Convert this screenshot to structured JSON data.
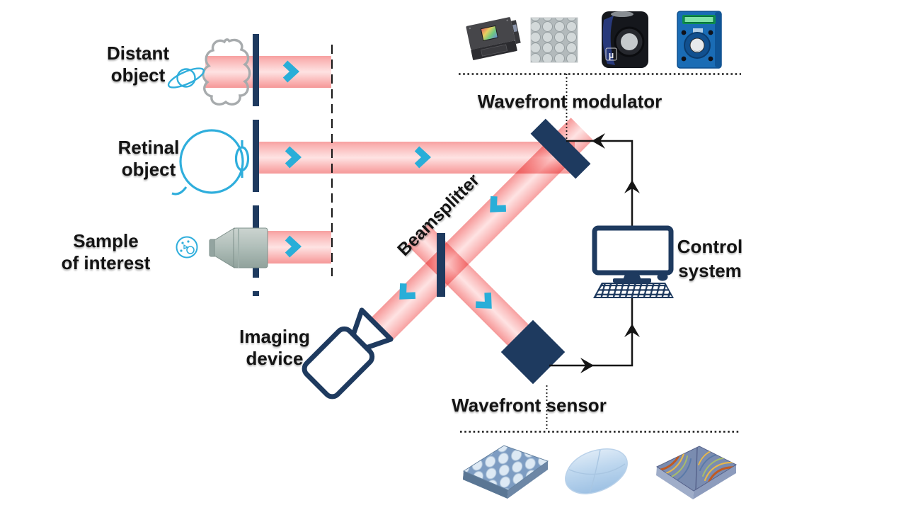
{
  "labels": {
    "distant_object": {
      "line1": "Distant",
      "line2": "object"
    },
    "retinal_object": {
      "line1": "Retinal",
      "line2": "object"
    },
    "sample_of_interest": {
      "line1": "Sample",
      "line2": "of interest"
    },
    "beamsplitter": "Beamsplitter",
    "wavefront_modulator": "Wavefront modulator",
    "wavefront_sensor": "Wavefront sensor",
    "control_system": {
      "line1": "Control",
      "line2": "system"
    },
    "imaging_device": {
      "line1": "Imaging",
      "line2": "device"
    }
  },
  "photos": {
    "modulator_devices": [
      "spatial-light-modulator",
      "segmented-mems-mirror",
      "deformable-mirror-cube",
      "deformable-mirror-module"
    ],
    "modulator_device_logo": "µ",
    "sensor_illustrations": [
      "microlens-array",
      "reconstructed-wavefront-surface",
      "wavefront-slope-map"
    ]
  },
  "icons": {
    "sources": [
      "saturn-icon",
      "cloud-icon",
      "eye-icon",
      "cell-icon",
      "objective-icon"
    ],
    "optics": [
      "modulator-mirror",
      "beamsplitter-plate",
      "sensor-block",
      "video-camera-icon",
      "computer-icon"
    ],
    "arrows": [
      "beam-chevron",
      "signal-arrow"
    ]
  },
  "colors": {
    "navy": "#1E3A5F",
    "cyan": "#29AED8",
    "beam_edge": "#F79E9E",
    "beam_center": "#FEE3E3",
    "text": "#141414",
    "cloud_gray": "#A7ABAD",
    "line_black": "#151515"
  }
}
